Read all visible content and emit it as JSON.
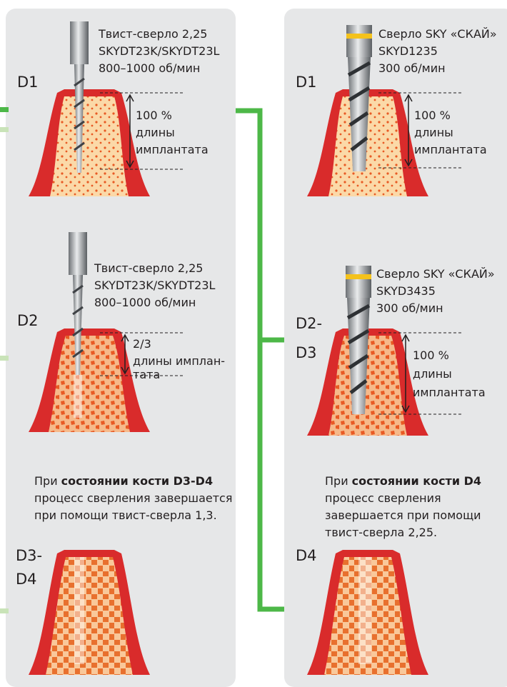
{
  "colors": {
    "panel": "#e6e7e8",
    "connector": "#4db848",
    "connector_light": "#c9e3b8",
    "gum": "#d92b2b",
    "bone": "#fbd9a8",
    "bone_cell": "#e85a24",
    "drill_steel": "#9ea2a6",
    "drill_band": "#f4c21c"
  },
  "left": {
    "d1": {
      "level": "D1",
      "drill_line1": "Твист-сверло 2,25",
      "drill_line2": "SKYDT23K/SKYDT23L",
      "speed": "800–1000 об/мин",
      "depth_line1": "100 %",
      "depth_line2": "длины",
      "depth_line3": "имплантата"
    },
    "d2": {
      "level": "D2",
      "drill_line1": "Твист-сверло 2,25",
      "drill_line2": "SKYDT23K/SKYDT23L",
      "speed": "800–1000 об/мин",
      "depth_line1": "2/3",
      "depth_line2": "длины имплан-",
      "depth_line3": "тата"
    },
    "d34": {
      "level_line1": "D3-",
      "level_line2": "D4",
      "desc_pre": "При ",
      "desc_bold": "состоянии кости D3-D4",
      "desc_post": " процесс сверления завершается при помощи твист-сверла 1,3."
    }
  },
  "right": {
    "d1": {
      "level": "D1",
      "drill_line1": "Сверло SKY «СКАЙ»",
      "drill_line2": "SKYD1235",
      "speed": "300 об/мин",
      "depth_line1": "100 %",
      "depth_line2": "длины",
      "depth_line3": "имплантата"
    },
    "d23": {
      "level_line1": "D2-",
      "level_line2": "D3",
      "drill_line1": "Сверло SKY «СКАЙ»",
      "drill_line2": "SKYD3435",
      "speed": "300 об/мин",
      "depth_line1": "100 %",
      "depth_line2": "длины",
      "depth_line3": "имплантата"
    },
    "d4": {
      "level": "D4",
      "desc_pre": "При ",
      "desc_bold": "состоянии кости D4",
      "desc_post": " процесс сверления завершается при помощи твист-сверла 2,25."
    }
  }
}
